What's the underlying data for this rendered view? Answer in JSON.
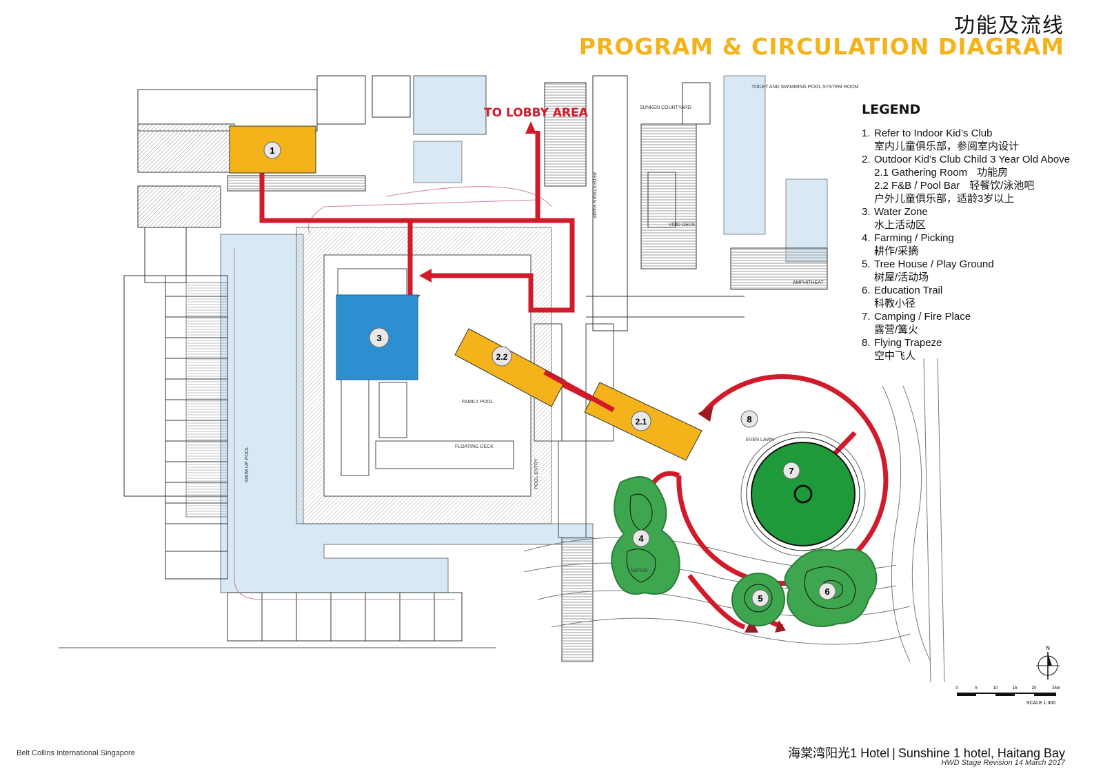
{
  "title": {
    "cn": "功能及流线",
    "en": "PROGRAM & CIRCULATION DIAGRAM"
  },
  "callouts": {
    "to_lobby": "TO LOBBY AREA"
  },
  "legend": {
    "title": "LEGEND",
    "items": [
      {
        "num": "1.",
        "en": "Refer to Indoor Kid’s Club",
        "cn": "室内儿童俱乐部，参阅室内设计"
      },
      {
        "num": "2.",
        "en": "Outdoor Kid’s Club Child 3 Year Old Above",
        "cn": "户外儿童俱乐部，适龄3岁以上",
        "sub": [
          {
            "en": "2.1 Gathering Room",
            "cn": "功能房"
          },
          {
            "en": "2.2 F&B / Pool Bar",
            "cn": "轻餐饮/泳池吧"
          }
        ]
      },
      {
        "num": "3.",
        "en": "Water Zone",
        "cn": "水上活动区"
      },
      {
        "num": "4.",
        "en": "Farming / Picking",
        "cn": "耕作/采摘"
      },
      {
        "num": "5.",
        "en": "Tree House / Play Ground",
        "cn": "树屋/活动场"
      },
      {
        "num": "6.",
        "en": "Education Trail",
        "cn": "科教小径"
      },
      {
        "num": "7.",
        "en": "Camping / Fire Place",
        "cn": "露营/篝火"
      },
      {
        "num": "8.",
        "en": "Flying Trapeze",
        "cn": "空中飞人"
      }
    ]
  },
  "zones": {
    "z1": "1",
    "z2_2": "2.2",
    "z2_1": "2.1",
    "z3": "3",
    "z4": "4",
    "z5": "5",
    "z6": "6",
    "z7": "7",
    "z8": "8"
  },
  "plan_labels": {
    "pool": "FAMILY POOL",
    "floating_deck": "FLOATING DECK",
    "even_lawn": "EVEN LAWN",
    "sunken_courtyard": "SUNKEN COURTYARD",
    "void_deck": "VOID DECK",
    "pedestrian_ramp": "PEDESTRIAN RAMP",
    "toilet": "TOILET AND SWIMMING POOL SYSTEM ROOM",
    "swim_up_pool": "SWIM UP POOL",
    "native": "NATIVE",
    "pool_entry": "POOL ENTRY",
    "amphitheater": "AMPHITHEAT"
  },
  "scale": {
    "ticks": [
      "0",
      "5",
      "10",
      "15",
      "20",
      "25m"
    ],
    "label": "SCALE  1:300",
    "north": "N"
  },
  "footer": {
    "firm": "Belt Collins International Singapore",
    "project_cn": "海棠湾阳光1 Hotel",
    "project_en": "Sunshine 1 hotel, Haitang Bay",
    "revision": "HWD Stage Revision  14 March 2017"
  },
  "colors": {
    "orange": "#f4b31a",
    "blue": "#2e8fd0",
    "green": "#1f9a3a",
    "circulation": "#d11a2a",
    "water": "#d8e9f5"
  }
}
